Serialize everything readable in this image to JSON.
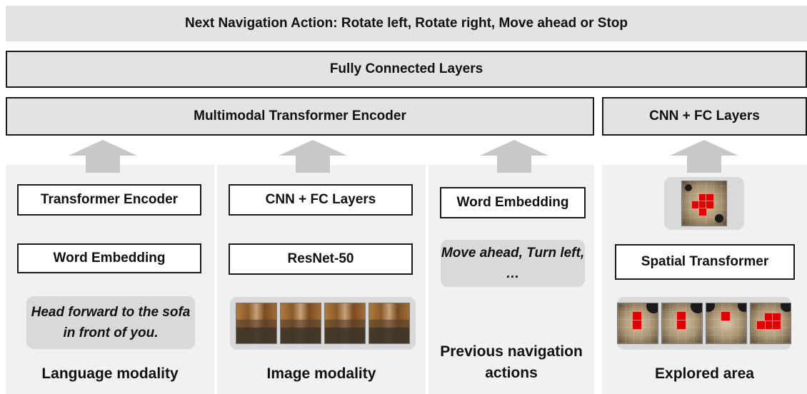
{
  "top": {
    "action_bar": "Next Navigation Action: Rotate left, Rotate right, Move ahead or Stop",
    "fc_bar": "Fully Connected Layers",
    "mm_encoder": "Multimodal Transformer Encoder",
    "map_encoder": "CNN + FC Layers"
  },
  "language": {
    "upper_box": "Transformer Encoder",
    "lower_box": "Word Embedding",
    "instruction": "Head forward to the sofa in front of you.",
    "label": "Language modality"
  },
  "image": {
    "upper_box": "CNN + FC Layers",
    "lower_box": "ResNet-50",
    "label": "Image modality"
  },
  "actions": {
    "box": "Word Embedding",
    "example": "Move ahead, Turn left, …",
    "label": "Previous navigation actions"
  },
  "explored": {
    "box": "Spatial Transformer",
    "label": "Explored area"
  },
  "colors": {
    "bar": "#e3e3e3",
    "panel": "#f1f1f1",
    "pill": "#d9d9d9",
    "arrow": "#c8c8c8",
    "border": "#1a1a1a",
    "map_cell": "#e00000"
  }
}
